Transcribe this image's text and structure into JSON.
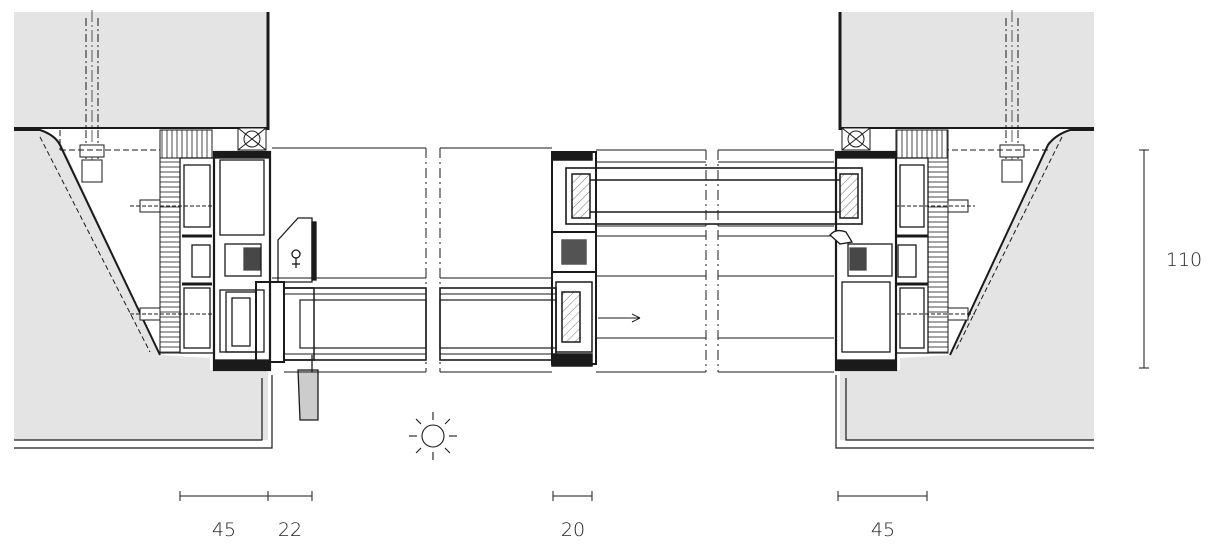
{
  "dimensions": {
    "bottom_left_a": "45",
    "bottom_left_b": "22",
    "bottom_center": "20",
    "bottom_right": "45",
    "right_vertical": "110"
  },
  "symbols": {
    "sun": "sun-icon",
    "arrow": "sliding-direction-arrow-icon",
    "lock": "key-lock-icon"
  },
  "colors": {
    "wall_fill": "#e4e4e4",
    "line": "#1a1a1a",
    "background": "#ffffff"
  }
}
